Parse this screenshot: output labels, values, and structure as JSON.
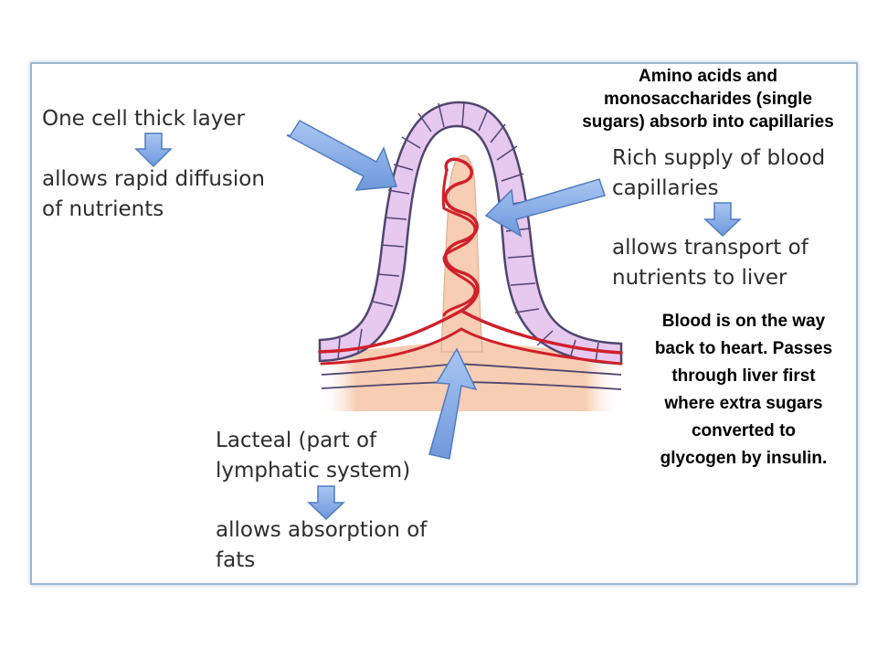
{
  "labels": {
    "one_cell_title": "One cell thick layer",
    "one_cell_detail": [
      "allows rapid diffusion",
      "of nutrients"
    ],
    "amino_note": [
      "Amino acids and",
      "monosaccharides (single",
      "sugars) absorb into capillaries"
    ],
    "blood_supply_title": [
      "Rich supply of blood",
      "capillaries"
    ],
    "blood_supply_detail": [
      "allows transport of",
      "nutrients to liver"
    ],
    "blood_note": [
      "Blood is on the way",
      "back to heart. Passes",
      "through liver first",
      "where extra sugars",
      "converted to",
      "glycogen by insulin."
    ],
    "lacteal_title": [
      "Lacteal (part of",
      "lymphatic system)"
    ],
    "lacteal_detail": [
      "allows absorption of",
      "fats"
    ]
  },
  "colors": {
    "frame_border": "#9db7d2",
    "villus_wall": "#e7c8ef",
    "villus_outline": "#4f4670",
    "lacteal_fill": "#f7cdb3",
    "capillary": "#d0202a",
    "arrow_fill": "#7fa7e4",
    "arrow_stroke": "#4f7cc1"
  }
}
